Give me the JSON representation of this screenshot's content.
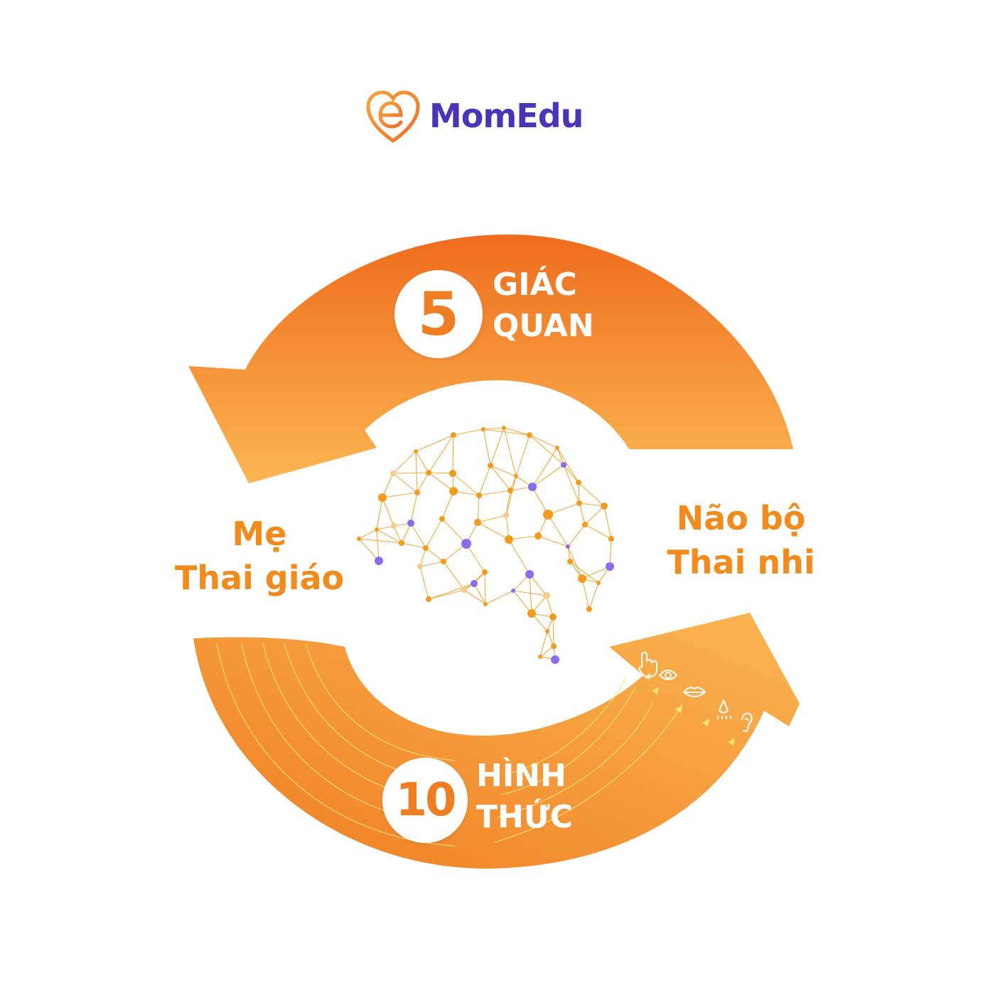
{
  "brand": {
    "name": "MomEdu",
    "logo_icon": "heart-e-logo-icon",
    "name_color": "#4a35b8"
  },
  "top_arrow": {
    "number": "5",
    "line1": "GIÁC",
    "line2": "QUAN",
    "color_start": "#ef6c1d",
    "color_end": "#fbb652"
  },
  "bottom_arrow": {
    "number": "10",
    "line1": "HÌNH",
    "line2": "THỨC",
    "color_start": "#ef7d22",
    "color_end": "#fbb652"
  },
  "left_node": {
    "line1": "Mẹ",
    "line2": "Thai giáo"
  },
  "right_node": {
    "line1": "Não bộ",
    "line2": "Thai nhi"
  },
  "center": {
    "icon": "brain-network-icon"
  },
  "sense_icons": [
    "hand-touch-icon",
    "eye-icon",
    "lips-icon",
    "nose-icon",
    "ear-icon"
  ],
  "colors": {
    "label_orange": "#f28a1c",
    "node_orange": "#f49a1c",
    "node_purple": "#8b6cf0",
    "node_peach": "#f9cb8a"
  }
}
